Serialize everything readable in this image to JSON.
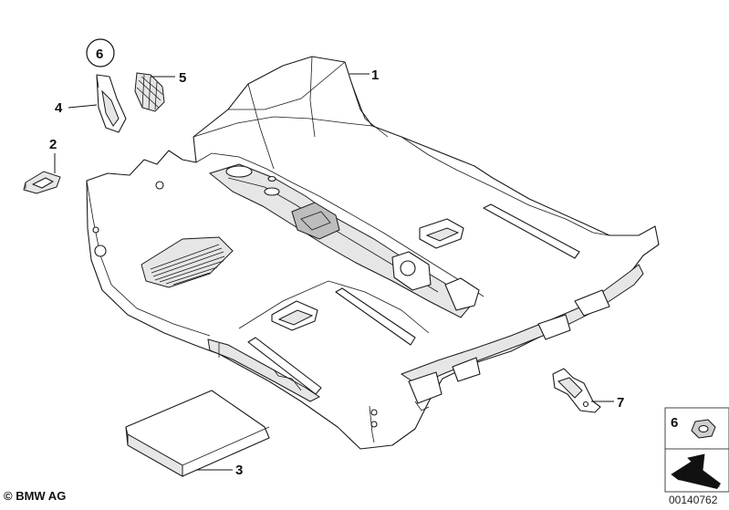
{
  "callouts": {
    "c1": "1",
    "c2": "2",
    "c3": "3",
    "c4": "4",
    "c5": "5",
    "c6_circled": "6",
    "c6_legend": "6",
    "c7": "7"
  },
  "footer": {
    "copyright": "© BMW AG",
    "reference": "00140762"
  }
}
